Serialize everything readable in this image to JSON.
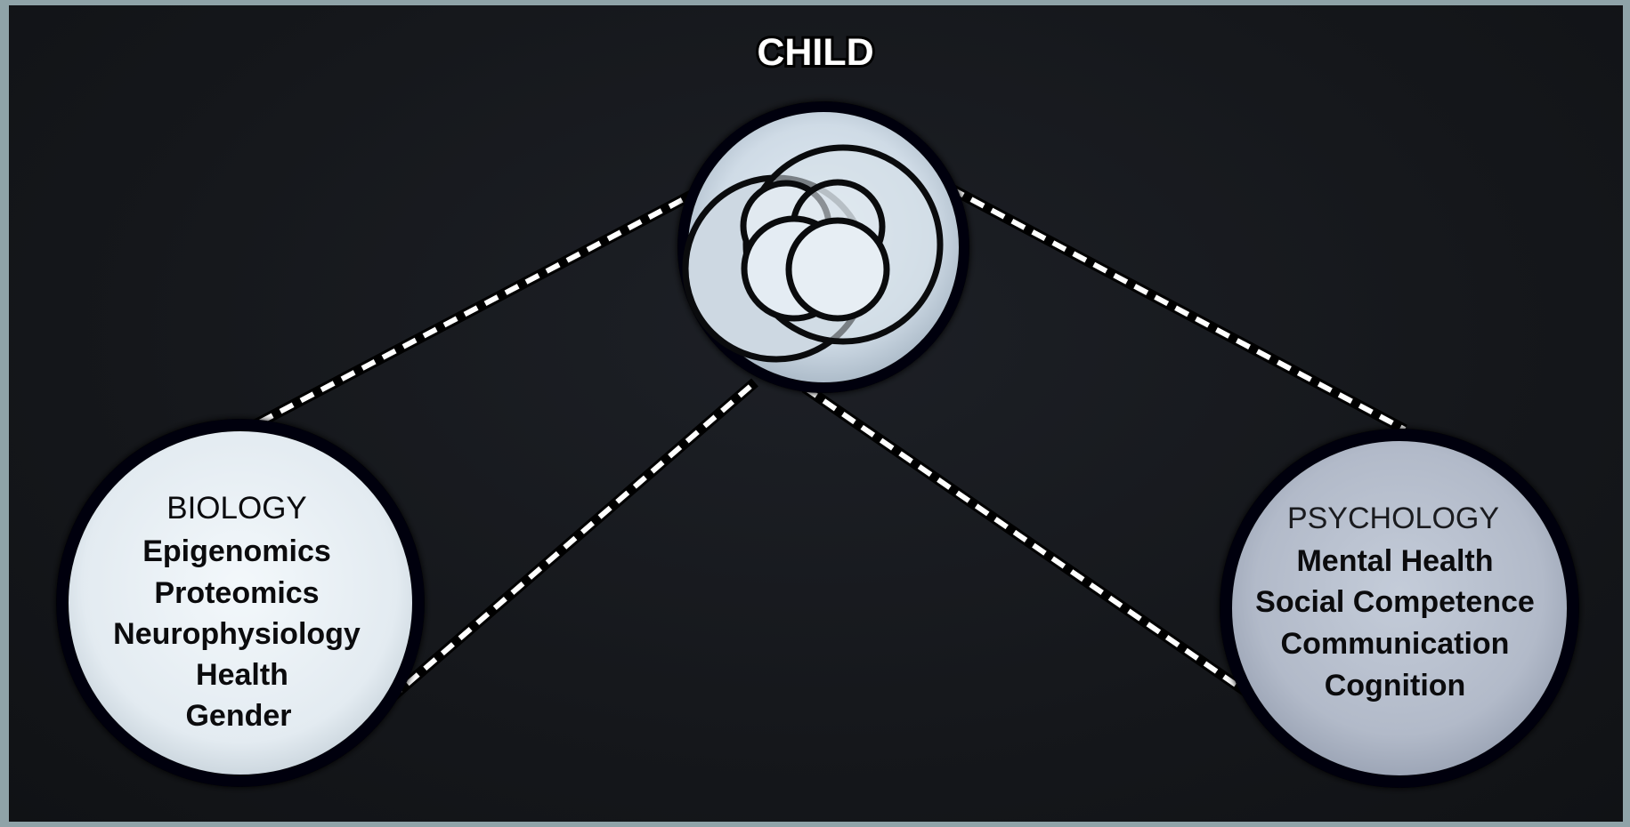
{
  "diagram": {
    "center": {
      "title": "CHILD"
    },
    "left": {
      "heading": "BIOLOGY",
      "items": [
        "Epigenomics",
        "Proteomics",
        "Neurophysiology",
        "Health",
        "Gender"
      ]
    },
    "right": {
      "heading": "PSYCHOLOGY",
      "items": [
        "Mental Health",
        "Social Competence",
        "Communication",
        "Cognition"
      ]
    }
  },
  "colors": {
    "background": "#15171b",
    "outer_border": "#8fa3a8",
    "left_circle_fill": "#e6eef3",
    "right_circle_fill": "#b4bccb",
    "center_circle_fill": "#d2dde7",
    "connector": "#ffffff",
    "text_dark": "#0b0b0d",
    "text_light": "#ffffff"
  }
}
